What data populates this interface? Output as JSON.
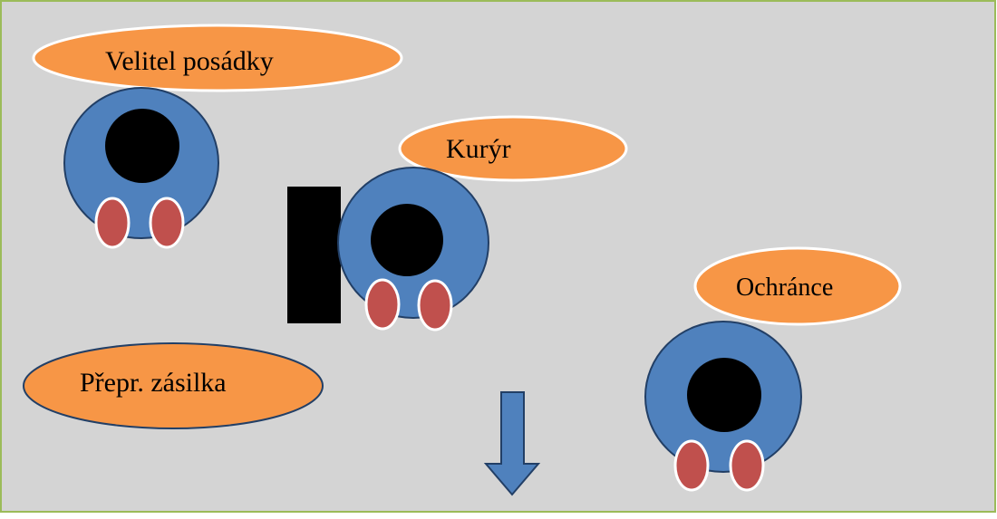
{
  "labels": {
    "commander": "Velitel posádky",
    "courier": "Kurýr",
    "guard": "Ochránce",
    "package": "Přepr. zásilka"
  },
  "colors": {
    "background": "#d4d4d4",
    "frame": "#9bbb59",
    "label_fill": "#f79646",
    "body_fill": "#4f81bd",
    "head_fill": "#000000",
    "feet_fill": "#c0504d",
    "arrow_fill": "#4f81bd"
  }
}
